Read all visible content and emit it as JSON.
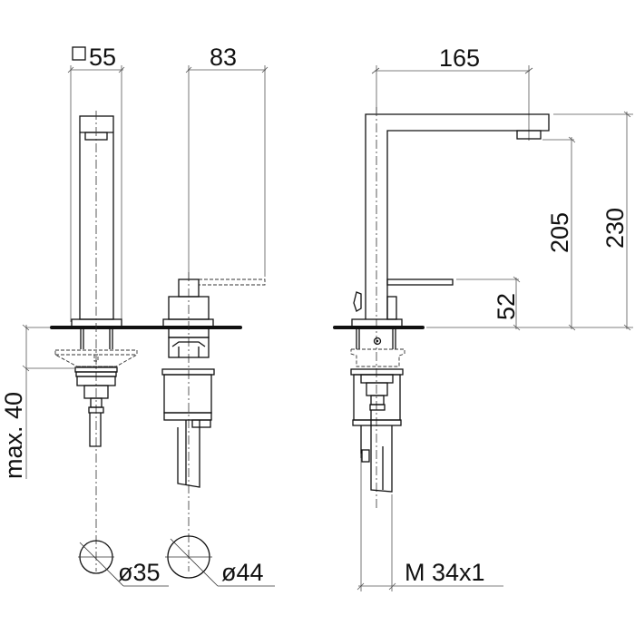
{
  "drawing": {
    "title": "Two-hole basin mixer technical drawing",
    "line_color": "#111111",
    "background": "#ffffff",
    "views": [
      {
        "name": "front-view-spout",
        "description": "Square spout body front view"
      },
      {
        "name": "front-view-valve",
        "description": "Valve body with handle front view"
      },
      {
        "name": "side-view",
        "description": "Side view of spout and handle"
      }
    ]
  },
  "dimensions": {
    "spout_square": {
      "symbol": "□",
      "value": "55",
      "label": "□55"
    },
    "handle_offset": {
      "value": "83",
      "label": "83"
    },
    "spout_reach": {
      "value": "165",
      "label": "165"
    },
    "total_height": {
      "value": "230",
      "label": "230"
    },
    "spout_outlet_height": {
      "value": "205",
      "label": "205"
    },
    "handle_height": {
      "value": "52",
      "label": "52"
    },
    "max_deck_thickness": {
      "prefix": "max.",
      "value": "40",
      "label": "max. 40"
    },
    "hole_spout": {
      "symbol": "ø",
      "value": "35",
      "label": "ø35"
    },
    "hole_valve": {
      "symbol": "ø",
      "value": "44",
      "label": "ø44"
    },
    "thread": {
      "value": "M 34x1",
      "label": "M 34x1"
    }
  }
}
